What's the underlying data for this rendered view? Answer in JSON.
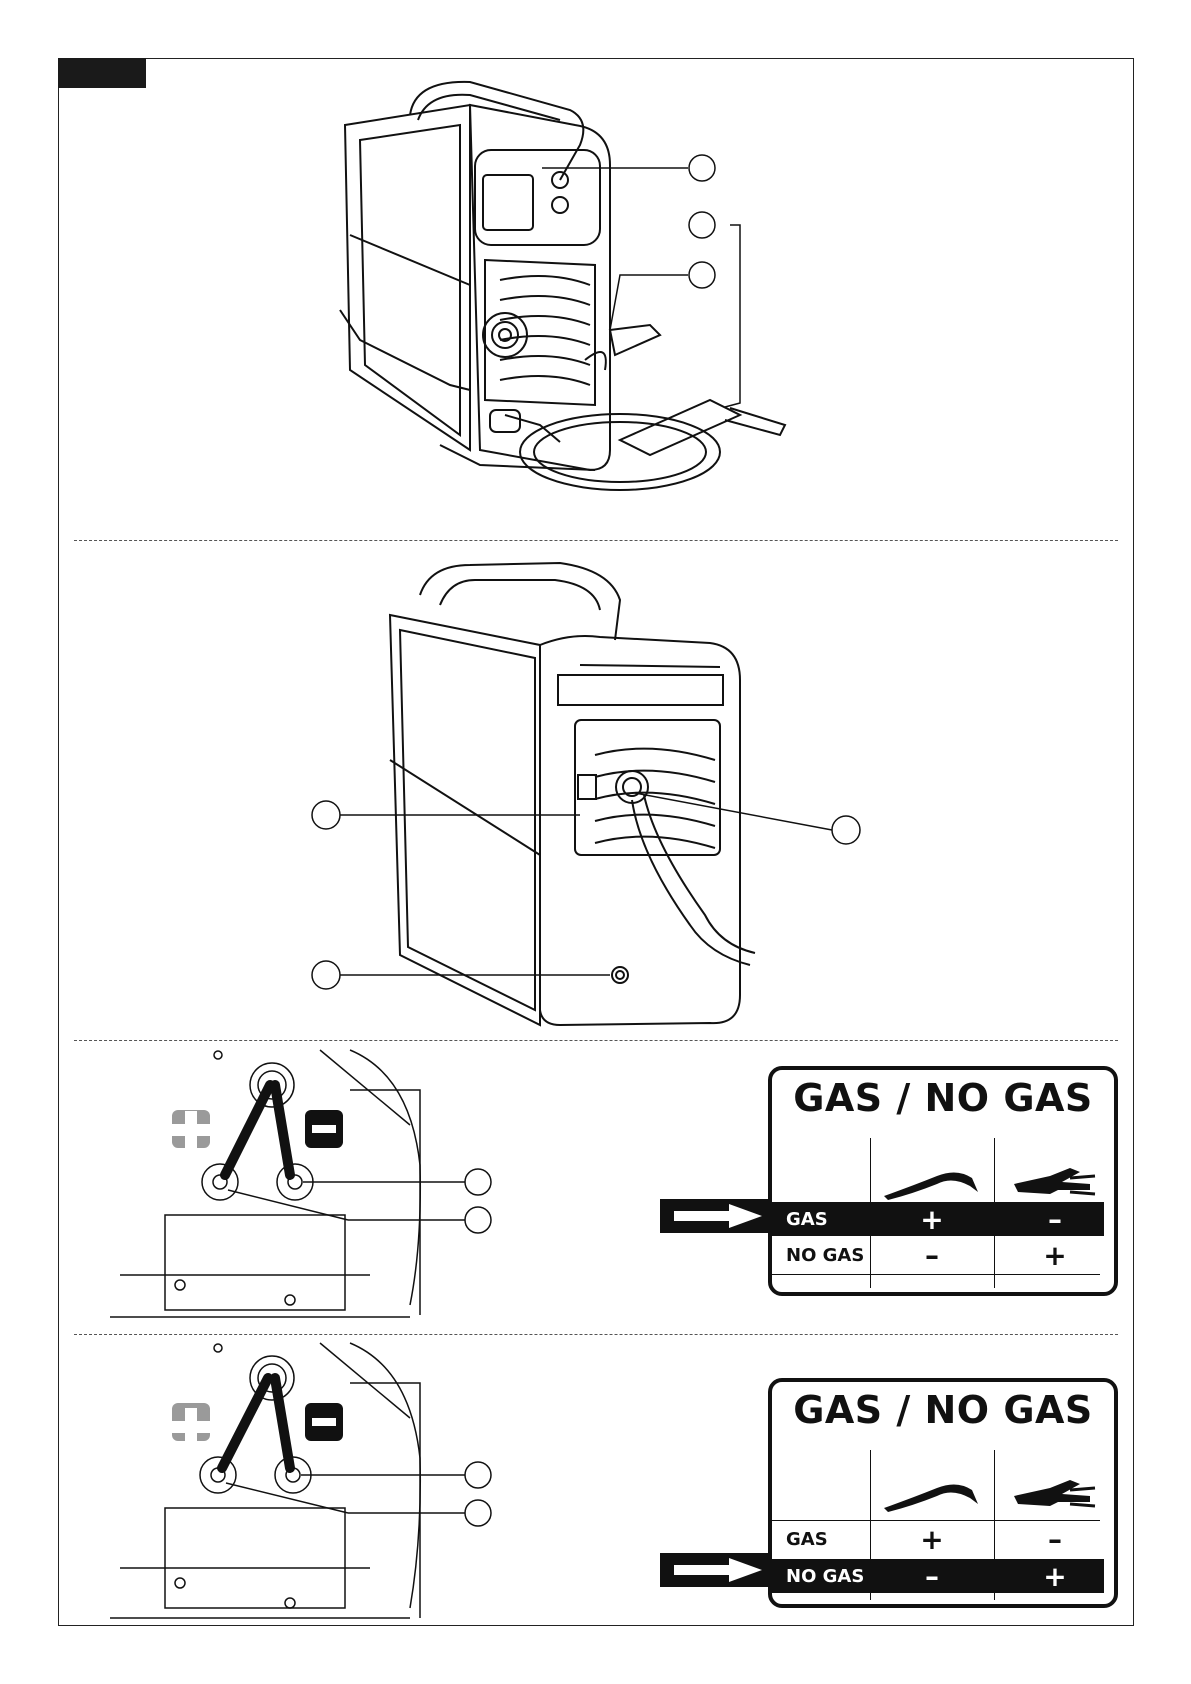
{
  "figure_sections": {
    "section_3": {
      "panel": {
        "title": "GAS / NO GAS",
        "rows": [
          {
            "label": "GAS",
            "torch": "+",
            "clamp": "–",
            "active": true
          },
          {
            "label": "NO GAS",
            "torch": "–",
            "clamp": "+",
            "active": false
          }
        ],
        "column_icons": [
          "torch-icon",
          "earth-clamp-icon"
        ]
      }
    },
    "section_4": {
      "panel": {
        "title": "GAS / NO GAS",
        "rows": [
          {
            "label": "GAS",
            "torch": "+",
            "clamp": "–",
            "active": false
          },
          {
            "label": "NO GAS",
            "torch": "–",
            "clamp": "+",
            "active": true
          }
        ],
        "column_icons": [
          "torch-icon",
          "earth-clamp-icon"
        ]
      }
    }
  },
  "colors": {
    "ink": "#111111",
    "grey_plus": "#9a9a9a",
    "page": "#ffffff"
  }
}
